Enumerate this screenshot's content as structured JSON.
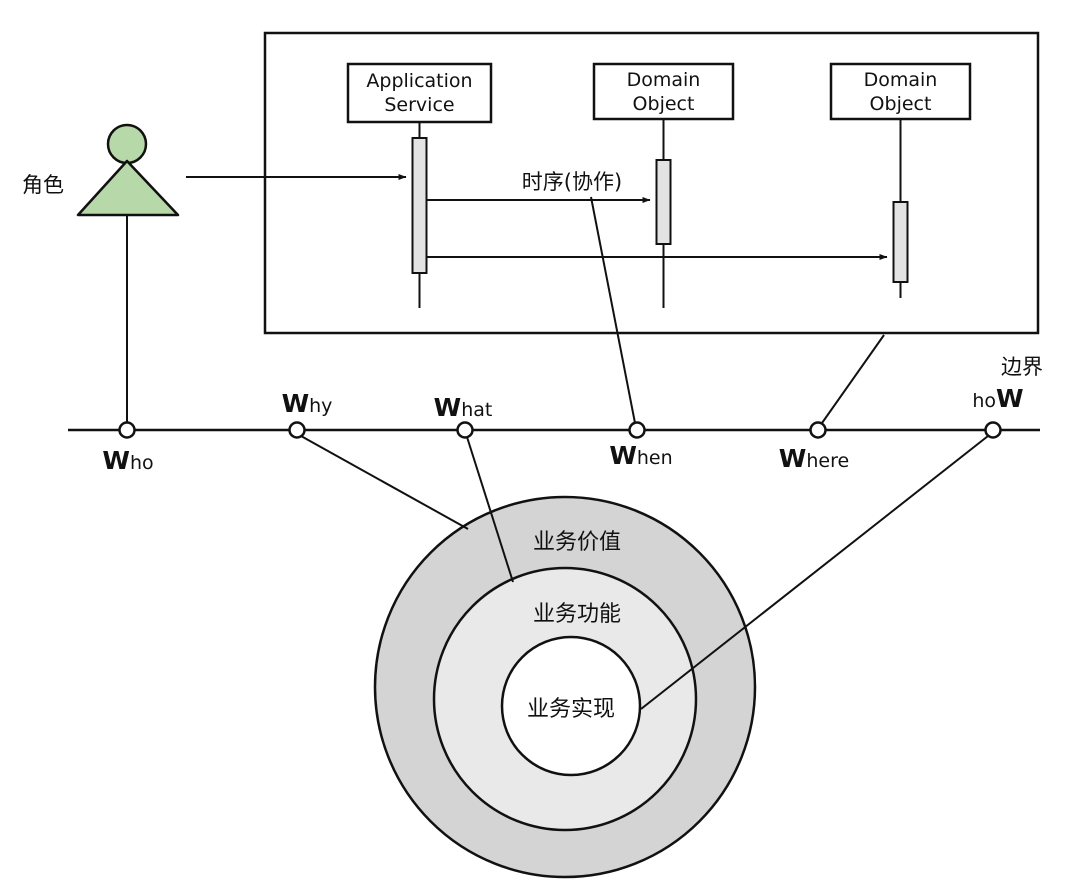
{
  "colors": {
    "stroke": "#111111",
    "actor_fill": "#b7d8a8",
    "activation_fill": "#e3e3e3",
    "ring_outer": "#d4d4d4",
    "ring_middle": "#e9e9e9",
    "ring_inner": "#ffffff"
  },
  "actor": {
    "label": "角色"
  },
  "sequence": {
    "participants": [
      {
        "line1": "Application",
        "line2": "Service"
      },
      {
        "line1": "Domain",
        "line2": "Object"
      },
      {
        "line1": "Domain",
        "line2": "Object"
      }
    ],
    "collaboration_label": "时序(协作)",
    "boundary_label": "边界"
  },
  "timeline": {
    "nodes": [
      {
        "pre": "",
        "w": "W",
        "post": "ho"
      },
      {
        "pre": "",
        "w": "W",
        "post": "hy"
      },
      {
        "pre": "",
        "w": "W",
        "post": "hat"
      },
      {
        "pre": "",
        "w": "W",
        "post": "hen"
      },
      {
        "pre": "",
        "w": "W",
        "post": "here"
      },
      {
        "pre": "ho",
        "w": "W",
        "post": ""
      }
    ]
  },
  "rings": {
    "outer_label": "业务价值",
    "middle_label": "业务功能",
    "inner_label": "业务实现"
  }
}
